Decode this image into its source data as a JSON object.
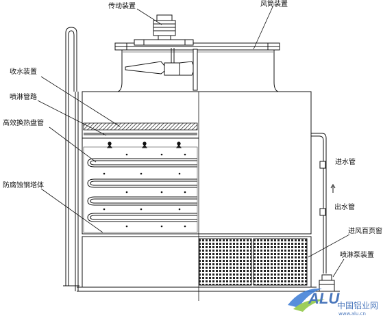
{
  "labels": {
    "drive_unit": "传动装置",
    "fan_duct": "风筒装置",
    "drift_eliminator": "收水装置",
    "spray_piping": "喷淋管路",
    "coil": "高效换热盘管",
    "tower_body": "防腐蚀钢塔体",
    "water_in": "进水管",
    "water_out": "出水管",
    "air_louver": "进风百页窗",
    "spray_pump": "喷淋泵装置"
  },
  "watermark": {
    "logo_text": "ALU",
    "cn_text": "中国铝业网",
    "domain_text": "www.alu.cn"
  }
}
